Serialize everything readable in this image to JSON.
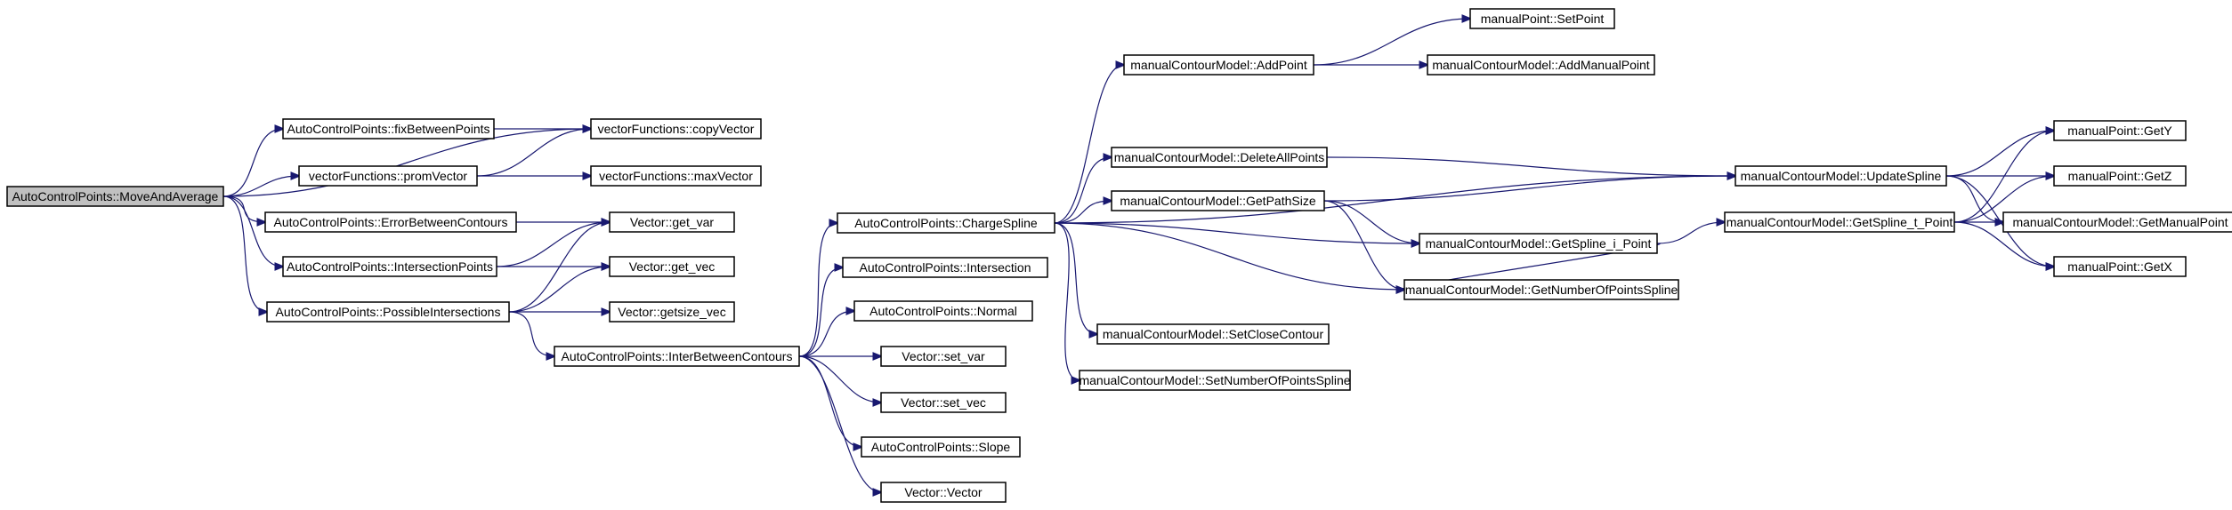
{
  "graph": {
    "nodes": [
      {
        "id": "n0",
        "label": "AutoControlPoints::MoveAndAverage",
        "root": true
      },
      {
        "id": "n1",
        "label": "AutoControlPoints::fixBetweenPoints"
      },
      {
        "id": "n2",
        "label": "vectorFunctions::promVector"
      },
      {
        "id": "n3",
        "label": "AutoControlPoints::ErrorBetweenContours"
      },
      {
        "id": "n4",
        "label": "AutoControlPoints::IntersectionPoints"
      },
      {
        "id": "n5",
        "label": "AutoControlPoints::PossibleIntersections"
      },
      {
        "id": "n6",
        "label": "vectorFunctions::copyVector"
      },
      {
        "id": "n7",
        "label": "vectorFunctions::maxVector"
      },
      {
        "id": "n8",
        "label": "Vector::get_var"
      },
      {
        "id": "n9",
        "label": "Vector::get_vec"
      },
      {
        "id": "n10",
        "label": "Vector::getsize_vec"
      },
      {
        "id": "n11",
        "label": "AutoControlPoints::InterBetweenContours"
      },
      {
        "id": "n12",
        "label": "AutoControlPoints::ChargeSpline"
      },
      {
        "id": "n13",
        "label": "AutoControlPoints::Intersection"
      },
      {
        "id": "n14",
        "label": "AutoControlPoints::Normal"
      },
      {
        "id": "n15",
        "label": "Vector::set_var"
      },
      {
        "id": "n16",
        "label": "Vector::set_vec"
      },
      {
        "id": "n17",
        "label": "AutoControlPoints::Slope"
      },
      {
        "id": "n18",
        "label": "Vector::Vector"
      },
      {
        "id": "n19",
        "label": "manualContourModel::AddPoint"
      },
      {
        "id": "n20",
        "label": "manualContourModel::DeleteAllPoints"
      },
      {
        "id": "n21",
        "label": "manualContourModel::GetPathSize"
      },
      {
        "id": "n22",
        "label": "manualContourModel::SetCloseContour"
      },
      {
        "id": "n23",
        "label": "manualContourModel::SetNumberOfPointsSpline"
      },
      {
        "id": "n24",
        "label": "manualPoint::SetPoint"
      },
      {
        "id": "n25",
        "label": "manualContourModel::AddManualPoint"
      },
      {
        "id": "n26",
        "label": "manualContourModel::UpdateSpline"
      },
      {
        "id": "n27",
        "label": "manualContourModel::GetSpline_i_Point"
      },
      {
        "id": "n28",
        "label": "manualContourModel::GetNumberOfPointsSpline"
      },
      {
        "id": "n29",
        "label": "manualContourModel::GetSpline_t_Point"
      },
      {
        "id": "n30",
        "label": "manualPoint::GetY"
      },
      {
        "id": "n31",
        "label": "manualPoint::GetZ"
      },
      {
        "id": "n32",
        "label": "manualContourModel::GetManualPoint"
      },
      {
        "id": "n33",
        "label": "manualPoint::GetX"
      }
    ],
    "edges": [
      [
        "n0",
        "n1"
      ],
      [
        "n0",
        "n2"
      ],
      [
        "n0",
        "n3"
      ],
      [
        "n0",
        "n4"
      ],
      [
        "n0",
        "n5"
      ],
      [
        "n0",
        "n6"
      ],
      [
        "n1",
        "n6"
      ],
      [
        "n2",
        "n6"
      ],
      [
        "n2",
        "n7"
      ],
      [
        "n3",
        "n8"
      ],
      [
        "n4",
        "n8"
      ],
      [
        "n4",
        "n9"
      ],
      [
        "n5",
        "n8"
      ],
      [
        "n5",
        "n9"
      ],
      [
        "n5",
        "n10"
      ],
      [
        "n5",
        "n11"
      ],
      [
        "n11",
        "n12"
      ],
      [
        "n11",
        "n13"
      ],
      [
        "n11",
        "n14"
      ],
      [
        "n11",
        "n15"
      ],
      [
        "n11",
        "n16"
      ],
      [
        "n11",
        "n17"
      ],
      [
        "n11",
        "n18"
      ],
      [
        "n12",
        "n19"
      ],
      [
        "n12",
        "n20"
      ],
      [
        "n12",
        "n21"
      ],
      [
        "n12",
        "n22"
      ],
      [
        "n12",
        "n23"
      ],
      [
        "n12",
        "n26"
      ],
      [
        "n12",
        "n27"
      ],
      [
        "n12",
        "n28"
      ],
      [
        "n19",
        "n24"
      ],
      [
        "n19",
        "n25"
      ],
      [
        "n20",
        "n26"
      ],
      [
        "n21",
        "n26"
      ],
      [
        "n21",
        "n27"
      ],
      [
        "n21",
        "n28"
      ],
      [
        "n27",
        "n29"
      ],
      [
        "n27",
        "n28"
      ],
      [
        "n26",
        "n30"
      ],
      [
        "n26",
        "n31"
      ],
      [
        "n26",
        "n32"
      ],
      [
        "n26",
        "n33"
      ],
      [
        "n29",
        "n30"
      ],
      [
        "n29",
        "n31"
      ],
      [
        "n29",
        "n32"
      ],
      [
        "n29",
        "n33"
      ]
    ]
  }
}
